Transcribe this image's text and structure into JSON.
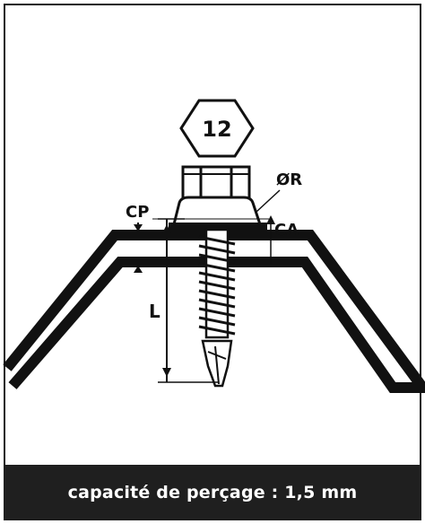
{
  "hex_number": "12",
  "labels": {
    "diameter": "ØR",
    "cp": "CP",
    "ca": "CA",
    "length": "L"
  },
  "caption": "capacité de perçage : 1,5 mm",
  "colors": {
    "ink": "#111111",
    "caption_bg": "#1f1f1f",
    "caption_text": "#ffffff"
  }
}
